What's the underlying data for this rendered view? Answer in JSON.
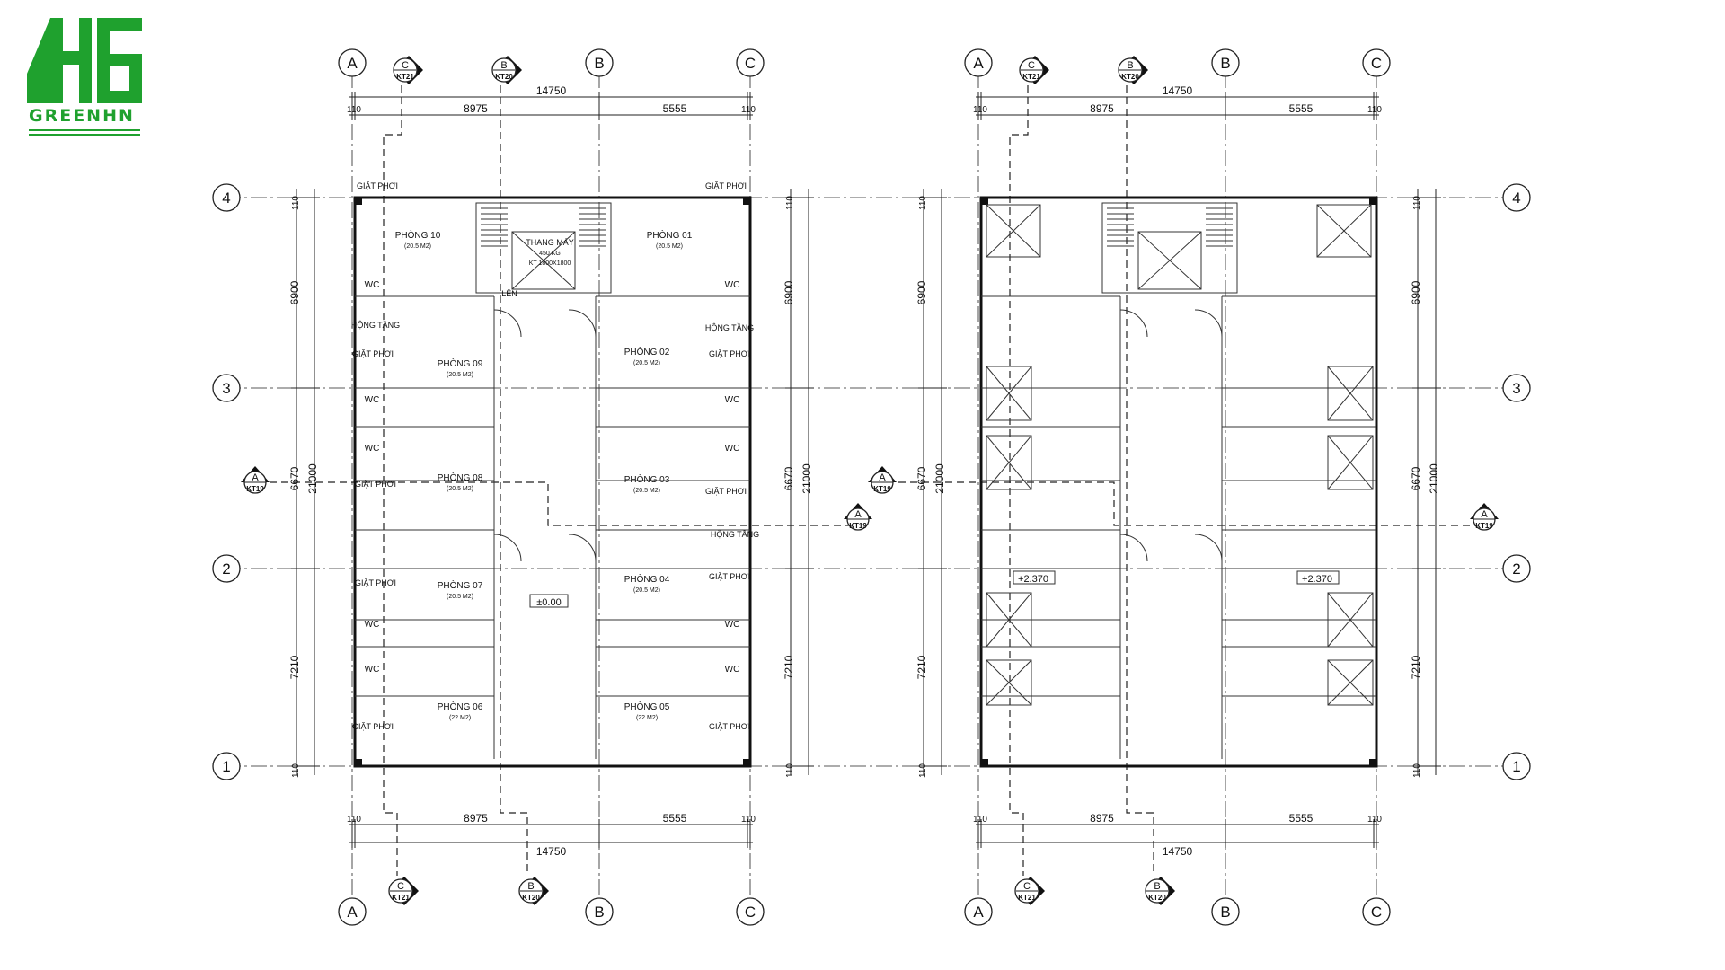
{
  "logo": {
    "text": "GREENHN",
    "color": "#1fa12e"
  },
  "grid_axes": {
    "columns": [
      "A",
      "B",
      "C"
    ],
    "rows": [
      "4",
      "3",
      "2",
      "1"
    ]
  },
  "dimensions": {
    "overall": "14750",
    "span_ab": "8975",
    "span_bc": "5555",
    "edge": "110",
    "row_4_3": "6900",
    "row_3_2": "6670",
    "row_2_1": "7210",
    "total_depth": "21000"
  },
  "section_markers": [
    {
      "letter": "C",
      "sheet": "KT21"
    },
    {
      "letter": "B",
      "sheet": "KT20"
    },
    {
      "letter": "A",
      "sheet": "KT19"
    }
  ],
  "left_plan": {
    "rooms": [
      {
        "name": "PHÒNG 10",
        "area": "(20.5 M2)"
      },
      {
        "name": "PHÒNG 01",
        "area": "(20.5 M2)"
      },
      {
        "name": "PHÒNG 09",
        "area": "(20.5 M2)"
      },
      {
        "name": "PHÒNG 02",
        "area": "(20.5 M2)"
      },
      {
        "name": "PHÒNG 08",
        "area": "(20.5 M2)"
      },
      {
        "name": "PHÒNG 03",
        "area": "(20.5 M2)"
      },
      {
        "name": "PHÒNG 07",
        "area": "(20.5 M2)"
      },
      {
        "name": "PHÒNG 04",
        "area": "(20.5 M2)"
      },
      {
        "name": "PHÒNG 06",
        "area": "(22 M2)"
      },
      {
        "name": "PHÒNG 05",
        "area": "(22 M2)"
      }
    ],
    "labels": {
      "laundry": "GIẶT PHƠI",
      "wc": "WC",
      "technical": "HỘNG TẦNG",
      "elevator": "THANG MÁY",
      "elevator_load": "450 KG",
      "elevator_size": "KT 1800X1800",
      "up": "LÊN",
      "level": "±0.00"
    }
  },
  "right_plan": {
    "level": "+2.370"
  }
}
